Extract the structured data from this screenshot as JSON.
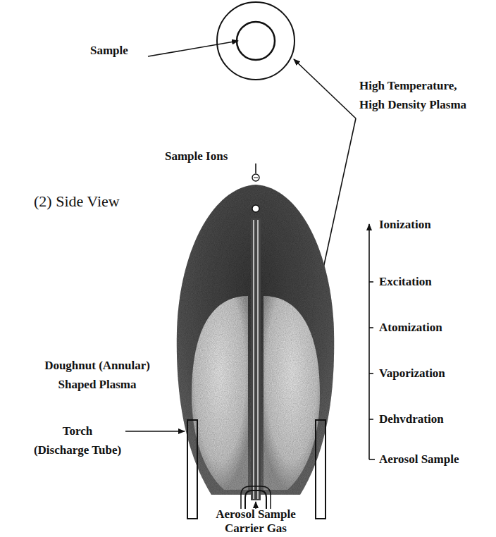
{
  "diagram": {
    "labels": [
      "Sample",
      "High Temperature, High Density Plasma",
      "Sample Ions",
      "(2) Side View",
      "Doughnut (Annular) Shaped Plasma",
      "Torch (Discharge Tube)",
      "Aerosol Sample Carrier Gas",
      "Ionization",
      "Excitation",
      "Atomization",
      "Vaporization",
      "Dehvdration",
      "Aerosol Sample"
    ]
  }
}
